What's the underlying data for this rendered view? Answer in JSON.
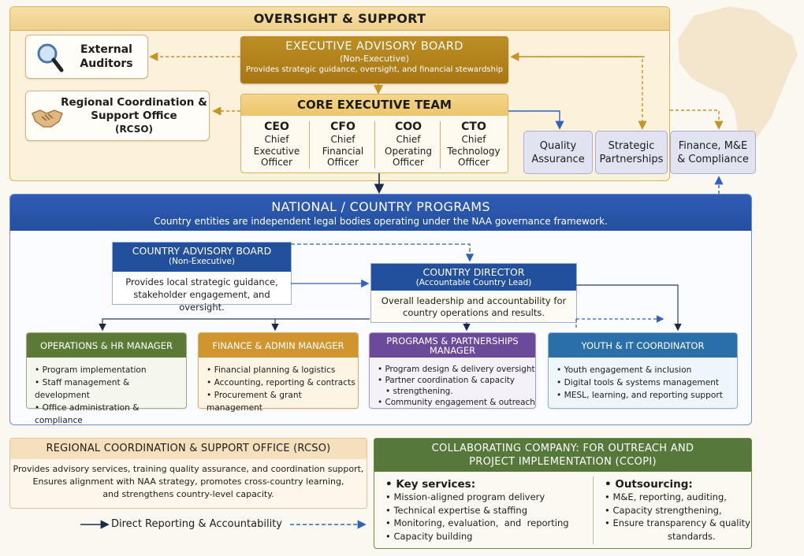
{
  "oversight": {
    "title": "OVERSIGHT & SUPPORT",
    "external_auditors": "External Auditors",
    "rcso_card": {
      "title": "Regional Coordination & Support Office",
      "sub": "(RCSO)"
    },
    "executive_board": {
      "title": "EXECUTIVE ADVISORY BOARD",
      "sub": "(Non-Executive)",
      "desc": "Provides strategic guidance, oversight, and financial stewardship"
    },
    "core_team": {
      "title": "CORE EXECUTIVE TEAM",
      "members": [
        {
          "abbr": "CEO",
          "l1": "Chief",
          "l2": "Executive",
          "l3": "Officer"
        },
        {
          "abbr": "CFO",
          "l1": "Chief",
          "l2": "Financial",
          "l3": "Officer"
        },
        {
          "abbr": "COO",
          "l1": "Chief",
          "l2": "Operating",
          "l3": "Officer"
        },
        {
          "abbr": "CTO",
          "l1": "Chief",
          "l2": "Technology",
          "l3": "Officer"
        }
      ]
    },
    "side_boxes": [
      {
        "l1": "Quality",
        "l2": "Assurance"
      },
      {
        "l1": "Strategic",
        "l2": "Partnerships"
      },
      {
        "l1": "Finance, M&E",
        "l2": "& Compliance"
      }
    ]
  },
  "national": {
    "title": "NATIONAL / COUNTRY PROGRAMS",
    "subtitle": "Country entities are independent legal bodies operating under the NAA governance framework.",
    "country_board": {
      "title": "COUNTRY ADVISORY BOARD",
      "sub": "(Non-Executive)",
      "l1": "Provides local strategic guidance,",
      "l2": "stakeholder engagement, and oversight."
    },
    "country_director": {
      "title": "COUNTRY DIRECTOR",
      "sub": "(Accountable Country Lead)",
      "l1": "Overall leadership and accountability for",
      "l2": "country operations and results."
    },
    "roles": [
      {
        "title": "OPERATIONS & HR MANAGER",
        "items": [
          "Program implementation",
          "Staff management & development",
          "Office administration & compliance"
        ]
      },
      {
        "title": "FINANCE & ADMIN MANAGER",
        "items": [
          "Financial planning & logistics",
          "Accounting, reporting & contracts",
          "Procurement & grant management"
        ]
      },
      {
        "title1": "PROGRAMS & PARTNERSHIPS",
        "title2": "MANAGER",
        "items": [
          "Program design & delivery oversight",
          "Partner coordination & capacity",
          "strengthening.",
          "Community engagement & outreach"
        ]
      },
      {
        "title": "YOUTH & IT COORDINATOR",
        "items": [
          "Youth engagement & inclusion",
          "Digital tools & systems management",
          "MESL, learning, and reporting support"
        ]
      }
    ]
  },
  "rcso": {
    "title": "REGIONAL COORDINATION & SUPPORT OFFICE (RCSO)",
    "l1": "Provides advisory services, training quality assurance, and coordination support,",
    "l2": "Ensures alignment with NAA strategy, promotes cross-country learning,",
    "l3": "and strengthens country-level capacity."
  },
  "legend": {
    "label": "Direct Reporting & Accountability"
  },
  "ccopi": {
    "title1": "COLLABORATING COMPANY: FOR OUTREACH AND",
    "title2": "PROJECT IMPLEMENTATION (CCOPI)",
    "key_title": "Key services:",
    "key_items": [
      "Mission-aligned program delivery",
      "Technical expertise & staffing",
      "Monitoring, evaluation,  and  reporting",
      "Capacity building"
    ],
    "out_title": "Outsourcing:",
    "out_items": [
      "M&E, reporting, auditing,",
      "Capacity strengthening,",
      "Ensure transparency & quality"
    ],
    "out_tail": "standards."
  },
  "colors": {
    "gold": "#a87714",
    "navy": "#23509d",
    "green": "#56783a",
    "purple": "#6b4a9a",
    "teal": "#2a6fa7",
    "orange": "#d0952f"
  }
}
